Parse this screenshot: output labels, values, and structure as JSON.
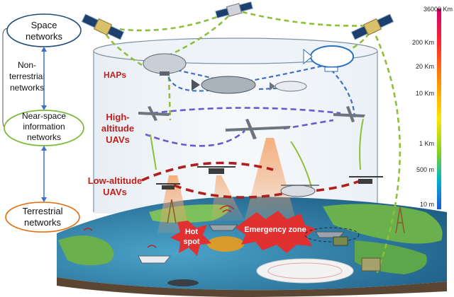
{
  "left_panel": {
    "space": "Space networks",
    "non_terrestrial": "Non-terrestrial networks",
    "near_space": "Near-space information networks",
    "terrestrial": "Terrestrial networks"
  },
  "layers": {
    "haps": "HAPs",
    "high_altitude_uavs": "High-altitude UAVs",
    "low_altitude_uavs": "Low-altitude UAVs"
  },
  "zones": {
    "hot_spot": "Hot spot",
    "emergency_zone": "Emergency zone"
  },
  "altitude_scale": [
    "36000 Km",
    "200 Km",
    "20 Km",
    "10 Km",
    "1 Km",
    "500 m",
    "10 m"
  ],
  "colors": {
    "space_link": "#8dbf3a",
    "hap_link": "#3f6fc4",
    "uav_link": "#6a5acd",
    "low_link": "#b01e1e",
    "red_label": "#c0201e",
    "ellipse_blue": "#1f4e79",
    "ellipse_green": "#7db93a",
    "ellipse_orange": "#e46c0a"
  }
}
